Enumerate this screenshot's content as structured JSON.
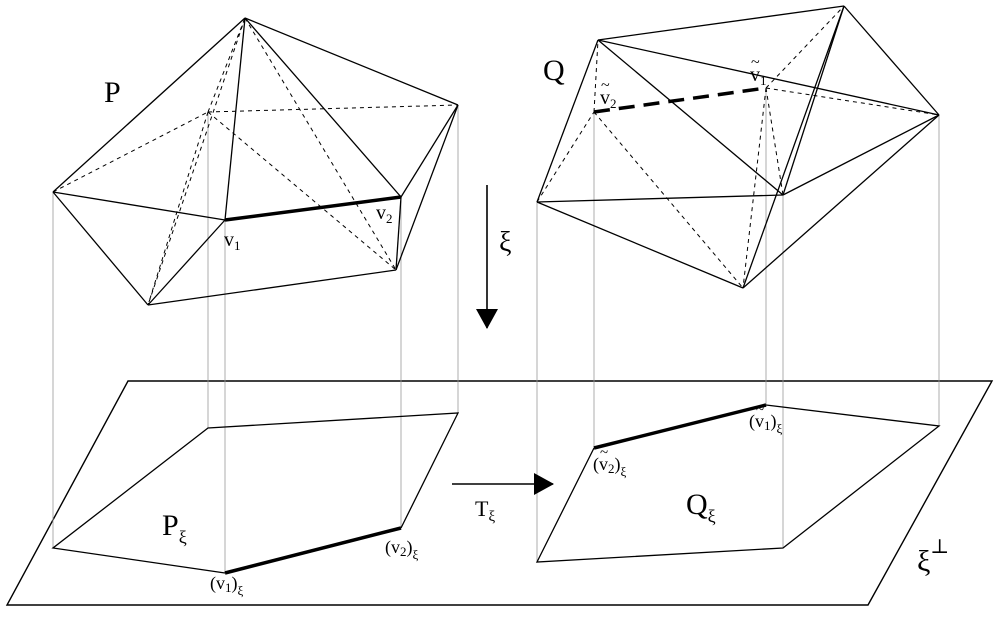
{
  "labels": {
    "P": "P",
    "Q": "Q",
    "xi": "ξ",
    "xi_perp_base": "ξ",
    "xi_perp_sup": "⊥",
    "P_xi_base": "P",
    "P_xi_sub": "ξ",
    "Q_xi_base": "Q",
    "Q_xi_sub": "ξ",
    "T_xi_base": "T",
    "T_xi_sub": "ξ",
    "v1_base": "v",
    "v1_sub": "1",
    "v2_base": "v",
    "v2_sub": "2",
    "v1_proj_base": "(v",
    "v1_proj_idx": "1",
    "v1_proj_close": ")",
    "v1_proj_sub": "ξ",
    "v2_proj_base": "(v",
    "v2_proj_idx": "2",
    "v2_proj_close": ")",
    "v2_proj_sub": "ξ",
    "v1t_base": "v",
    "v1t_sub": "1",
    "v2t_base": "v",
    "v2t_sub": "2",
    "v1t_proj_open": "(",
    "v1t_proj_base": "v",
    "v1t_proj_idx": "1",
    "v1t_proj_close": ")",
    "v1t_proj_sub": "ξ",
    "v2t_proj_open": "(",
    "v2t_proj_base": "v",
    "v2t_proj_idx": "2",
    "v2t_proj_close": ")",
    "v2t_proj_sub": "ξ",
    "tilde": "~"
  }
}
